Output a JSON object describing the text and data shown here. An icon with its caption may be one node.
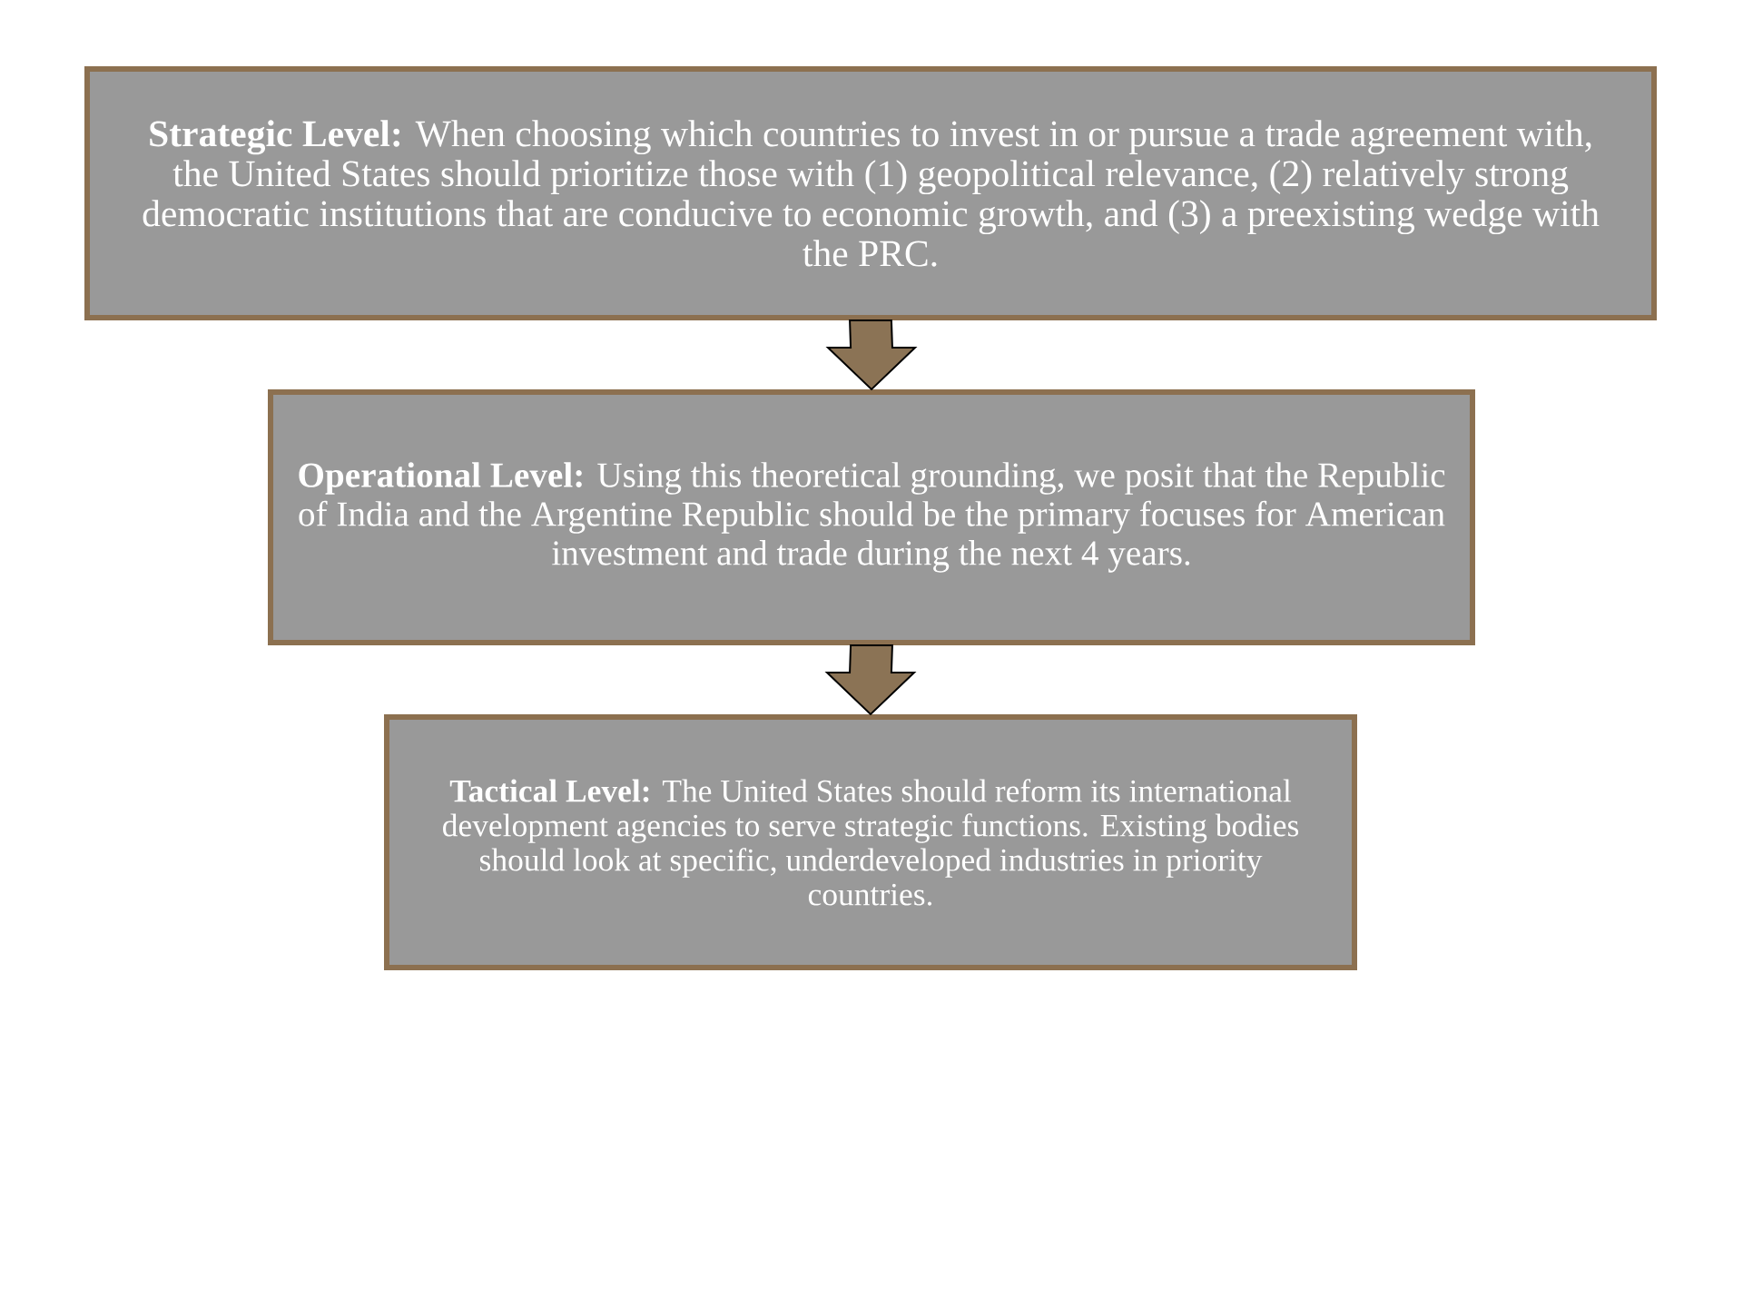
{
  "diagram": {
    "nodes": [
      {
        "text": [
          "**Strategic Level:** When choosing which countries to invest in or pursue a trade agreement with, the United States should prioritize those with (1) geopolitical relevance, (2) relatively strong democratic institutions that are conducive to economic growth, and (3) a preexisting wedge with the PRC."
        ]
      },
      {
        "text": [
          "**Operational Level:** Using this theoretical grounding, we posit that the Republic of India and the Argentine Republic should be the primary focuses for American investment and trade during the next 4 years."
        ]
      },
      {
        "text": [
          "**Tactical Level:** The United States should reform its international development agencies to serve strategic functions. Existing bodies should look at specific, underdeveloped industries in priority countries."
        ]
      }
    ],
    "edges": [
      {
        "from": 0,
        "to": 1,
        "arrow": "to"
      },
      {
        "from": 1,
        "to": 2,
        "arrow": "to"
      }
    ]
  }
}
